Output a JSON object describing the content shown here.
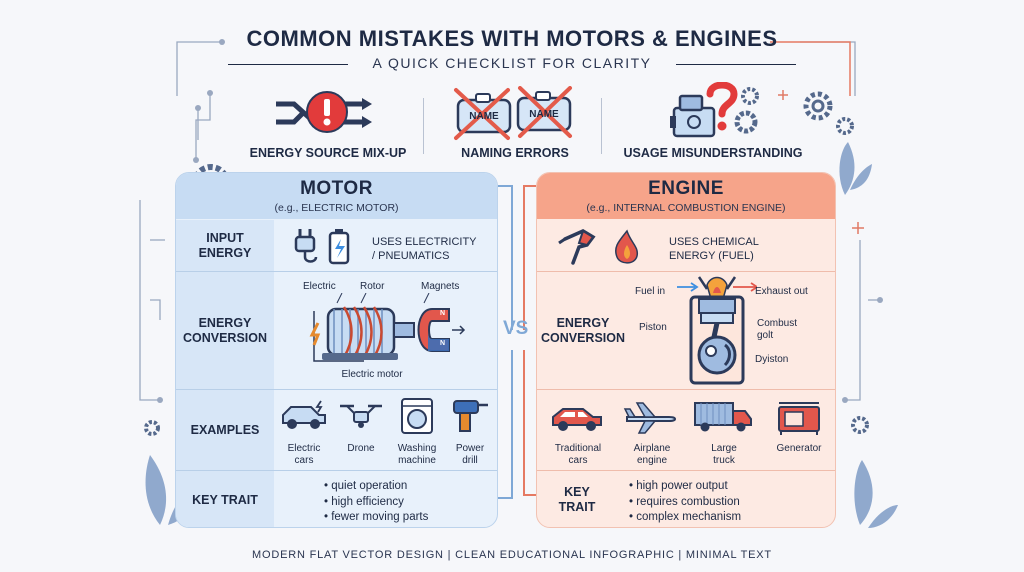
{
  "header": {
    "title": "COMMON MISTAKES WITH MOTORS & ENGINES",
    "subtitle": "A QUICK CHECKLIST FOR CLARITY"
  },
  "mistakes": [
    {
      "label": "ENERGY SOURCE MIX-UP",
      "icon": "exchange-warning-icon"
    },
    {
      "label": "NAMING ERRORS",
      "icon": "crossed-name-tag-icon",
      "tag_text": "NAME"
    },
    {
      "label": "USAGE MISUNDERSTANDING",
      "icon": "engine-question-icon"
    }
  ],
  "vs_label": "VS",
  "motor": {
    "title": "MOTOR",
    "subtitle": "(e.g., ELECTRIC MOTOR)",
    "input_energy": {
      "label_1": "INPUT",
      "label_2": "ENERGY",
      "text_1": "USES ELECTRICITY",
      "text_2": "/ PNEUMATICS"
    },
    "conversion": {
      "label_1": "ENERGY",
      "label_2": "CONVERSION",
      "callouts": [
        "Electric",
        "Rotor",
        "Magnets"
      ],
      "caption": "Electric motor",
      "pole_n": "N",
      "pole_s": "N"
    },
    "examples": {
      "label": "EXAMPLES",
      "items": [
        {
          "line1": "Electric",
          "line2": "cars"
        },
        {
          "line1": "Drone",
          "line2": ""
        },
        {
          "line1": "Washing",
          "line2": "machine"
        },
        {
          "line1": "Power",
          "line2": "drill"
        }
      ]
    },
    "key_trait": {
      "label": "KEY TRAIT",
      "items": [
        "• quiet operation",
        "• high efficiency",
        "• fewer moving parts"
      ]
    }
  },
  "engine": {
    "title": "ENGINE",
    "subtitle": "(e.g., INTERNAL COMBUSTION ENGINE)",
    "input_energy": {
      "text_1": "USES CHEMICAL",
      "text_2": "ENERGY (FUEL)"
    },
    "conversion": {
      "label_1": "ENERGY",
      "label_2": "CONVERSION",
      "callouts": [
        "Fuel in",
        "Exhaust out",
        "Piston",
        "Combust",
        "golt",
        "Dyiston"
      ]
    },
    "examples": {
      "items": [
        {
          "line1": "Traditional",
          "line2": "cars"
        },
        {
          "line1": "Airplane",
          "line2": "engine"
        },
        {
          "line1": "Large",
          "line2": "truck"
        },
        {
          "line1": "Generator",
          "line2": ""
        }
      ]
    },
    "key_trait": {
      "label_1": "KEY",
      "label_2": "TRAIT",
      "items": [
        "• high power output",
        "• requires combustion",
        "• complex mechanism"
      ]
    }
  },
  "footer": "MODERN FLAT VECTOR DESIGN  |  CLEAN EDUCATIONAL INFOGRAPHIC  |  MINIMAL TEXT",
  "colors": {
    "motor_accent": "#c7dcf3",
    "engine_accent": "#f6a48a",
    "warning_red": "#e23b3b",
    "navy": "#1e2a44"
  }
}
